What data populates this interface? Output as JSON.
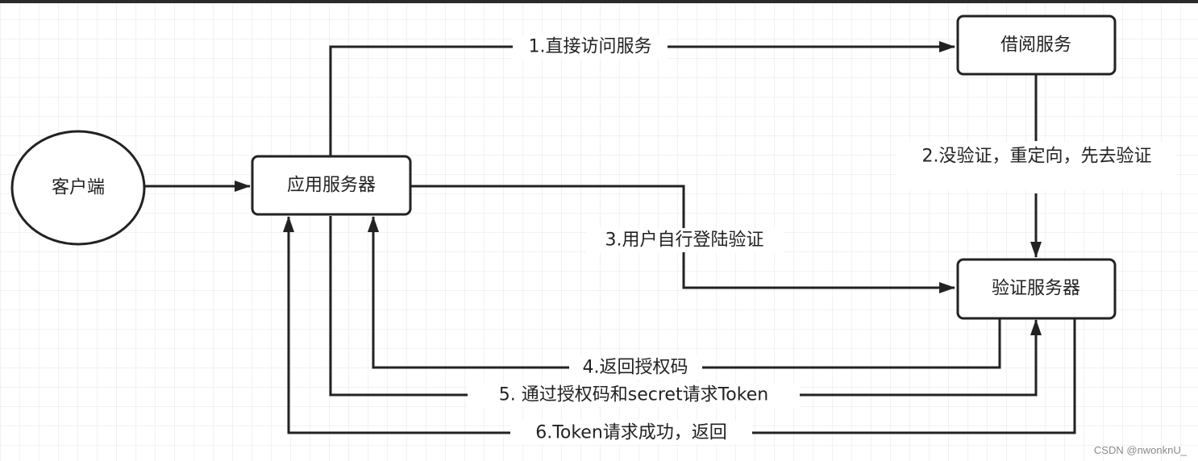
{
  "colors": {
    "background": "#ffffff",
    "grid": "#e4e4e4",
    "stroke": "#222222",
    "text": "#222222",
    "top_bar": "#2b2b2b",
    "watermark": "#8a8a8a"
  },
  "nodes": {
    "client": {
      "label": "客户端",
      "shape": "ellipse"
    },
    "app_server": {
      "label": "应用服务器",
      "shape": "rounded-rect"
    },
    "borrow_service": {
      "label": "借阅服务",
      "shape": "rounded-rect"
    },
    "auth_server": {
      "label": "验证服务器",
      "shape": "rounded-rect"
    }
  },
  "edges": {
    "e1": {
      "label": "1.直接访问服务",
      "from": "app_server",
      "to": "borrow_service"
    },
    "e2": {
      "label": "2.没验证，重定向，先去验证",
      "from": "borrow_service",
      "to": "auth_server"
    },
    "e3": {
      "label": "3.用户自行登陆验证",
      "from": "app_server",
      "to": "auth_server"
    },
    "e4": {
      "label": "4.返回授权码",
      "from": "auth_server",
      "to": "app_server"
    },
    "e5": {
      "label": "5. 通过授权码和secret请求Token",
      "from": "app_server",
      "to": "auth_server"
    },
    "e6": {
      "label": "6.Token请求成功，返回",
      "from": "auth_server",
      "to": "app_server"
    },
    "e0": {
      "label": "",
      "from": "client",
      "to": "app_server"
    }
  },
  "watermark": "CSDN @nwonknU_"
}
